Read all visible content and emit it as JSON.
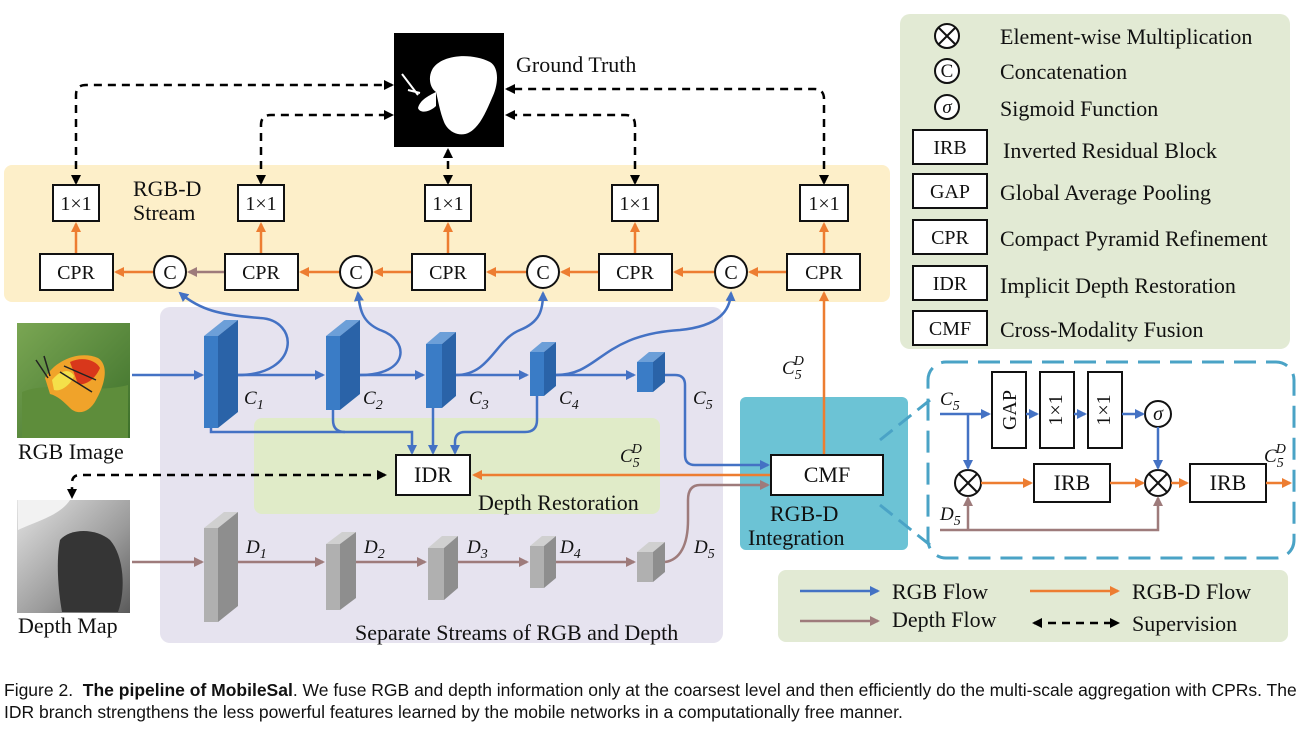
{
  "ground_truth_label": "Ground Truth",
  "rgbd_stream_label": [
    "RGB-D",
    "Stream"
  ],
  "conv1x1_label": "1×1",
  "cpr_label": "CPR",
  "concat_symbol": "C",
  "sigma_symbol": "σ",
  "rgb_image_label": "RGB Image",
  "depth_map_label": "Depth Map",
  "idr_label": "IDR",
  "depth_restoration_label": "Depth Restoration",
  "separate_streams_label": "Separate Streams of RGB and Depth",
  "cmf_label": "CMF",
  "rgbd_integration_label": [
    "RGB-D",
    "Integration"
  ],
  "gap_label": "GAP",
  "irb_label": "IRB",
  "feature_labels": {
    "c": [
      "C1",
      "C2",
      "C3",
      "C4",
      "C5"
    ],
    "d": [
      "D1",
      "D2",
      "D3",
      "D4",
      "D5"
    ],
    "c5d": "C5D"
  },
  "legend_symbols": [
    {
      "symbol": "⊗",
      "text": "Element-wise Multiplication"
    },
    {
      "symbol": "C",
      "text": "Concatenation"
    },
    {
      "symbol": "σ",
      "text": "Sigmoid Function"
    },
    {
      "symbol": "IRB",
      "text": "Inverted Residual Block"
    },
    {
      "symbol": "GAP",
      "text": "Global Average Pooling"
    },
    {
      "symbol": "CPR",
      "text": "Compact Pyramid Refinement"
    },
    {
      "symbol": "IDR",
      "text": "Implicit Depth Restoration"
    },
    {
      "symbol": "CMF",
      "text": "Cross-Modality Fusion"
    }
  ],
  "flow_legend": [
    {
      "label": "RGB Flow",
      "color": "#4472c4"
    },
    {
      "label": "RGB-D Flow",
      "color": "#ed7d31"
    },
    {
      "label": "Depth Flow",
      "color": "#9e7b7b"
    },
    {
      "label": "Supervision",
      "color": "#000000"
    }
  ],
  "caption": {
    "prefix": "Figure 2.",
    "title": "The pipeline of MobileSal",
    "body": ". We fuse RGB and depth information only at the coarsest level and then efficiently do the multi-scale aggregation with CPRs. The IDR branch strengthens the less powerful features learned by the mobile networks in a computationally free manner."
  },
  "colors": {
    "rgb_flow": "#4472c4",
    "rgbd_flow": "#ed7d31",
    "depth_flow": "#9e7b7b",
    "stream_bg": "#fdefc9",
    "separate_bg": "#e6e3ef",
    "restoration_bg": "#e0ebc8",
    "legend_bg": "#e2ead4",
    "integration_bg": "#6cc3d5",
    "dashed_frame": "#4aa3c6"
  }
}
